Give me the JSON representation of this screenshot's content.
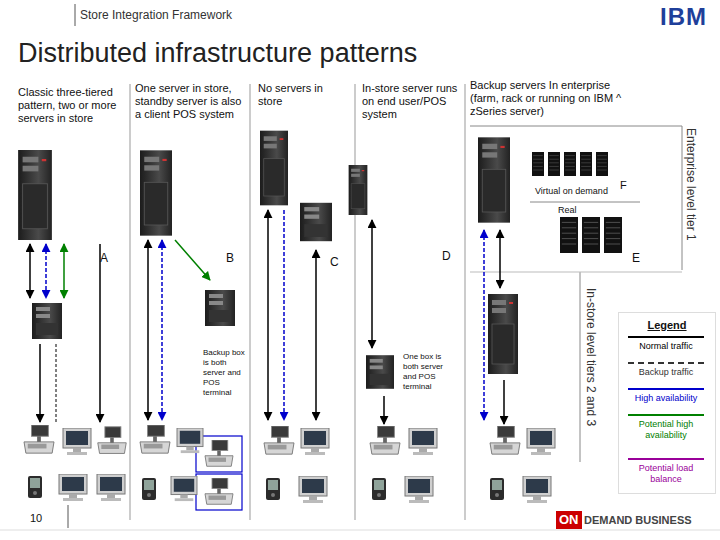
{
  "diagram": {
    "title": "Distributed infrastructure patterns",
    "nodes": [
      {
        "text": [
          "Legend"
        ]
      },
      {
        "text": [
          "ON",
          "DEMAND BUSINESS"
        ]
      }
    ],
    "labels": [
      "Store Integration Framework",
      "IBM",
      "Classic three-tiered pattern, two or more servers in store",
      "One server in store, standby server is also a client POS system",
      "No servers in store",
      "In-store server runs on end user/POS system",
      "Backup servers In enterprise (farm, rack or running on IBM ^ zSeries server)",
      "Virtual on demand",
      "F",
      "Real",
      "Enterprise level tier 1",
      "A",
      "B",
      "C",
      "D",
      "E",
      "In-store level tiers 2 and 3",
      "Backup box is both server and POS terminal",
      "One box is both server and POS terminal",
      "10"
    ],
    "legend": [
      {
        "text": "Normal traffic",
        "color": "#000000"
      },
      {
        "text": "Backup traffic",
        "color": "#333333"
      },
      {
        "text": "High availability",
        "color": "#0000cc"
      },
      {
        "text": "Potential high availability",
        "color": "#008000"
      },
      {
        "text": "Potential load balance",
        "color": "#990099"
      }
    ]
  }
}
